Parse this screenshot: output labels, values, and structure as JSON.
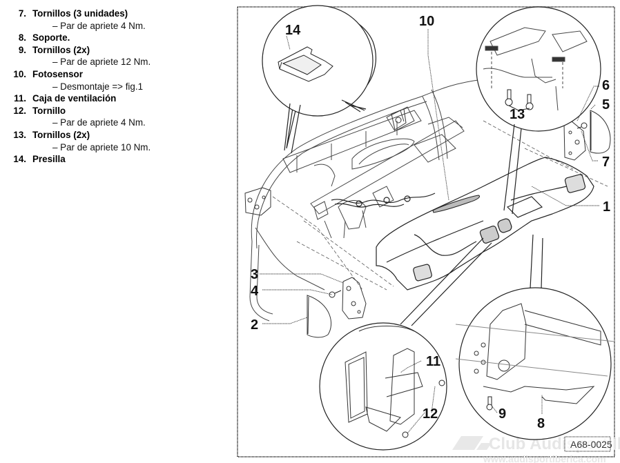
{
  "legend": {
    "items": [
      {
        "number": "7.",
        "label": "Tornillos (3 unidades)",
        "notes": [
          "– Par de apriete 4 Nm."
        ]
      },
      {
        "number": "8.",
        "label": "Soporte.",
        "notes": []
      },
      {
        "number": "9.",
        "label": "Tornillos (2x)",
        "notes": [
          "– Par de apriete 12 Nm."
        ]
      },
      {
        "number": "10.",
        "label": "Fotosensor",
        "notes": [
          "– Desmontaje => fig.1"
        ]
      },
      {
        "number": "11.",
        "label": "Caja de ventilación",
        "notes": []
      },
      {
        "number": "12.",
        "label": "Tornillo",
        "notes": [
          "– Par de apriete 4 Nm."
        ]
      },
      {
        "number": "13.",
        "label": "Tornillos (2x)",
        "notes": [
          "– Par de apriete 10 Nm."
        ]
      },
      {
        "number": "14.",
        "label": "Presilla",
        "notes": []
      }
    ]
  },
  "diagram": {
    "callouts": {
      "c1": "1",
      "c2": "2",
      "c3": "3",
      "c4": "4",
      "c5": "5",
      "c6": "6",
      "c7": "7",
      "c8": "8",
      "c9": "9",
      "c10": "10",
      "c11": "11",
      "c12": "12",
      "c13": "13",
      "c14": "14"
    },
    "figure_code": "A68-0025",
    "watermark": {
      "brand": "Club Audisport Iberica",
      "url": "www.audisportiberica.com"
    }
  }
}
